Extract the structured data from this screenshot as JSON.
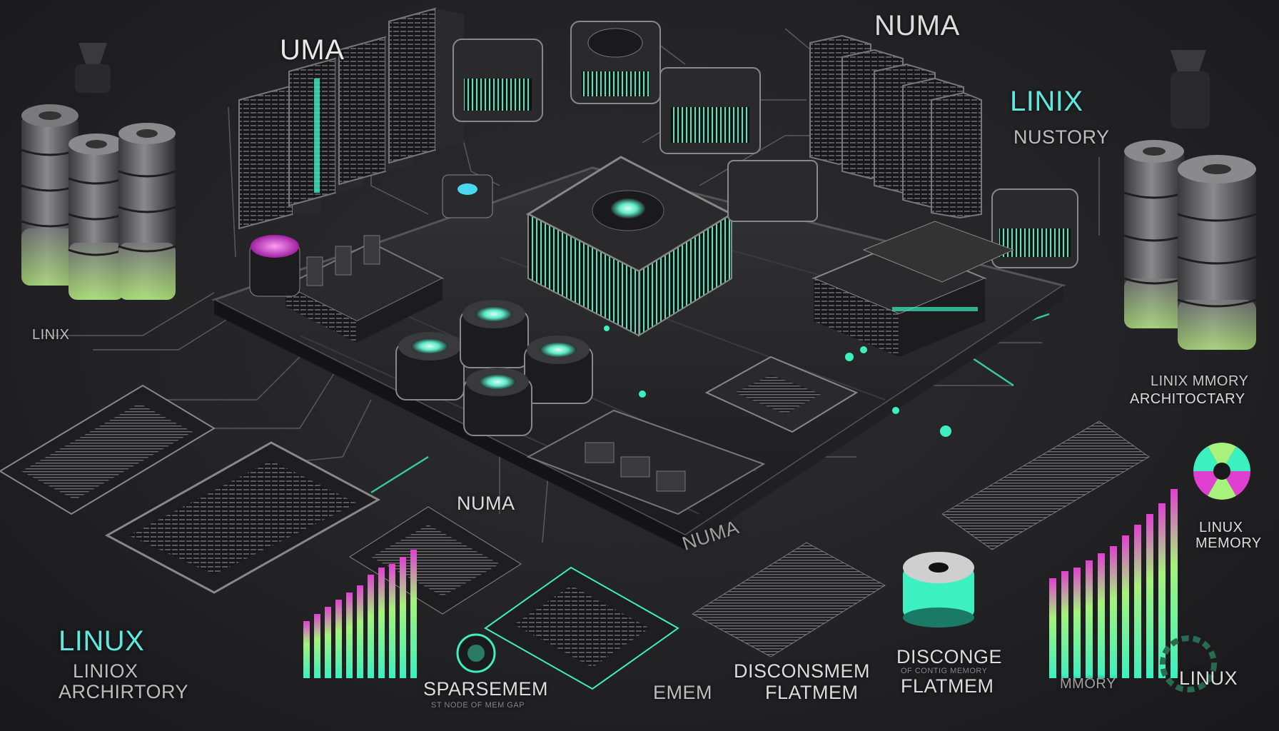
{
  "labels": {
    "uma": "UMA",
    "numa_top": "NUMA",
    "linix_top": "LINIX",
    "nustory": "NUSTORY",
    "linix_left": "LINIX",
    "linix_memory": "LINIX MMORY",
    "architoctary": "ARCHITOCTARY",
    "linux_memory_1": "LINUX",
    "linux_memory_2": "MEMORY",
    "numa_mid": "NUMA",
    "numa_board": "NUMA",
    "linux_bottom_left": "LINUX",
    "liniox": "LINIOX",
    "archirtory": "ARCHIRTORY",
    "sparsemem": "SPARSEMEM",
    "sparsemem_sub": "ST NODE OF MEM GAP",
    "emem": "EMEM",
    "disconsmem": "DISCONSMEM",
    "flatmem_1": "FLATMEM",
    "disconge": "DISCONGE",
    "disconge_sub": "OF CONTIG MEMORY",
    "flatmem_2": "FLATMEM",
    "mmory": "MMORY",
    "linux_corner": "LINUX"
  },
  "colors": {
    "background": "#232325",
    "accent_teal": "#3cf0c0",
    "accent_green": "#a6f27c",
    "accent_magenta": "#e040d0",
    "label_text": "#dcdcdc",
    "label_cyan": "#5ee8e0"
  }
}
